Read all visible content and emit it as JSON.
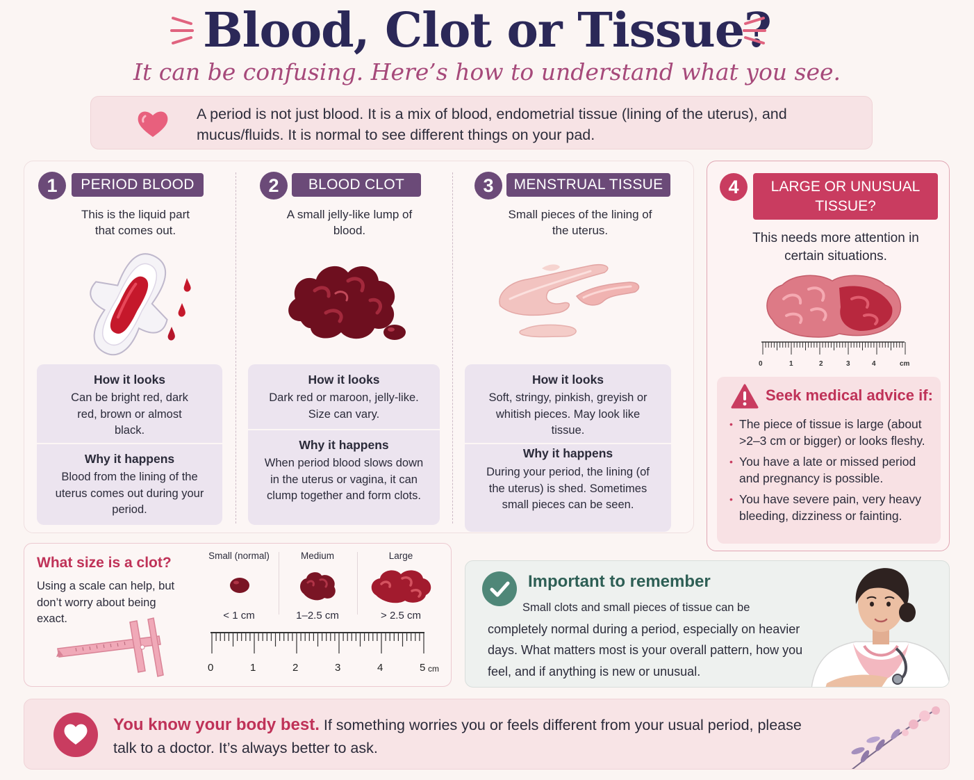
{
  "header": {
    "title": "Blood, Clot or Tissue?",
    "subtitle": "It can be confusing. Here’s how to understand what you see."
  },
  "intro": {
    "text": "A period is not just blood. It is a mix of blood, endometrial tissue (lining of the uterus), and mucus/fluids. It is normal to see different things on your pad."
  },
  "types": [
    {
      "number": "1",
      "label": "PERIOD BLOOD",
      "description": "This is the liquid part that comes out.",
      "image": "pad-with-blood-drops",
      "looks_heading": "How it looks",
      "looks_text": "Can be bright red, dark red, brown or almost black.",
      "why_heading": "Why it happens",
      "why_text": "Blood from the lining of the uterus comes out during your period."
    },
    {
      "number": "2",
      "label": "BLOOD CLOT",
      "description": "A small jelly-like lump of blood.",
      "image": "dark-red-clot",
      "looks_heading": "How it looks",
      "looks_text": "Dark red or maroon, jelly-like. Size can vary.",
      "why_heading": "Why it happens",
      "why_text": "When period blood slows down in the uterus or vagina, it can clump together and form clots."
    },
    {
      "number": "3",
      "label": "MENSTRUAL TISSUE",
      "description": "Small pieces of the lining of the uterus.",
      "image": "pink-tissue-strands",
      "looks_heading": "How it looks",
      "looks_text": "Soft, stringy, pinkish, greyish or whitish pieces. May look like tissue.",
      "why_heading": "Why it happens",
      "why_text": "During your period, the lining (of the uterus) is shed. Sometimes small pieces can be seen."
    }
  ],
  "unusual": {
    "number": "4",
    "label": "LARGE OR UNUSUAL TISSUE?",
    "description": "This needs more attention in certain situations.",
    "image": "large-fleshy-tissue",
    "ruler_labels": [
      "0",
      "1",
      "2",
      "3",
      "4",
      "cm"
    ],
    "advice_icon": "warning-icon",
    "advice_title": "Seek medical advice if:",
    "advice_items": [
      "The piece of tissue is large (about >2–3 cm or bigger) or looks fleshy.",
      "You have a late or missed period and pregnancy is possible.",
      "You have severe pain, very heavy bleeding, dizziness or fainting."
    ]
  },
  "clot_size": {
    "title": "What size is a clot?",
    "text": "Using a scale can help, but don’t worry about being exact.",
    "image": "pink-caliper",
    "sizes": [
      {
        "label": "Small (normal)",
        "value": "< 1 cm"
      },
      {
        "label": "Medium",
        "value": "1–2.5 cm"
      },
      {
        "label": "Large",
        "value": "> 2.5 cm"
      }
    ],
    "ruler_labels": [
      "0",
      "1",
      "2",
      "3",
      "4",
      "5"
    ],
    "ruler_unit": "cm"
  },
  "remember": {
    "icon": "check-circle-icon",
    "title": "Important to remember",
    "text_first": "Small clots and small pieces of tissue can be",
    "text_rest": "completely normal during a period, especially on heavier days. What matters most is your overall pattern, how you feel, and if anything is new or unusual.",
    "image": "doctor-illustration"
  },
  "footer": {
    "icon": "heart-icon",
    "bold": "You know your body best.",
    "text": " If something worries you or feels different from your usual period, please talk to a doctor. It’s always better to ask.",
    "image": "flower-branch"
  },
  "colors": {
    "navy": "#2b2858",
    "purple": "#6b4a78",
    "rose": "#c93c60",
    "subtitle": "#a6497a",
    "teal": "#4f8778",
    "clot": "#7a1525"
  }
}
